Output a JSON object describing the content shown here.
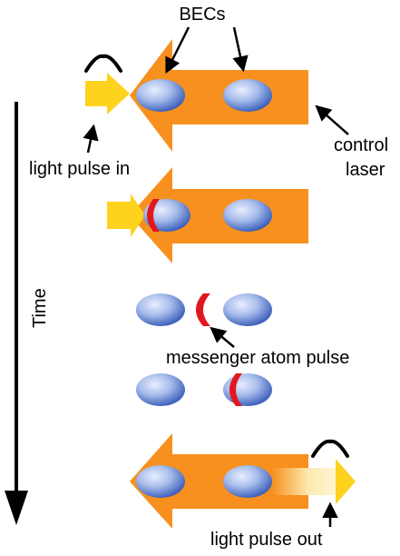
{
  "labels": {
    "becs": "BECs",
    "light_pulse_in": "light pulse in",
    "control": "control",
    "laser": "laser",
    "time": "Time",
    "messenger": "messenger atom pulse",
    "light_pulse_out": "light pulse out"
  },
  "colors": {
    "control_laser": "#F7901E",
    "light_pulse": "#FFD21E",
    "bec_light": "#E8EEFF",
    "bec_dark": "#2F55B5",
    "messenger_pulse": "#E2171E",
    "text": "#000000"
  },
  "icons": {
    "pulse_shape": "caret-wave-icon"
  }
}
